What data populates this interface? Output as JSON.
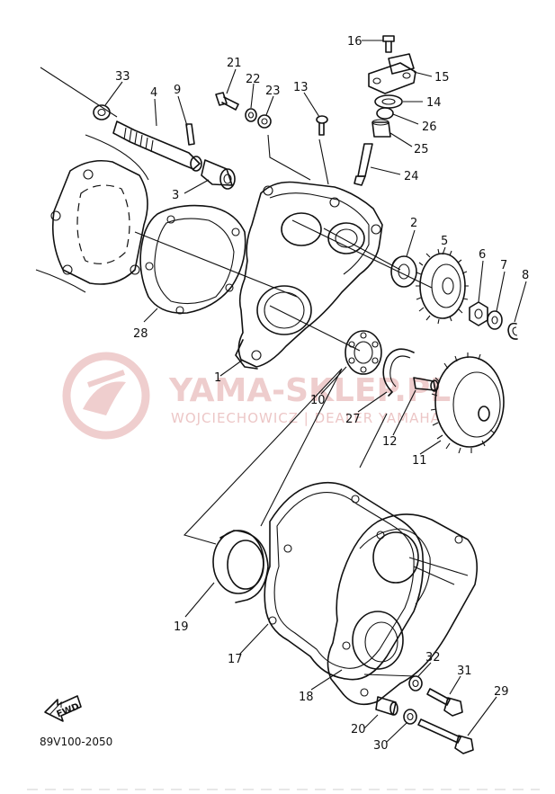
{
  "watermark": {
    "brand": "YAMA-SKLEP.PL",
    "subtitle": "WOJCIECHOWICZ | DEALER YAMAHA",
    "color": "#e8b9b9"
  },
  "diagram_code": "89V100-2050",
  "fwd_label": "FWD",
  "parts": {
    "p1": "1",
    "p2": "2",
    "p3": "3",
    "p4": "4",
    "p5": "5",
    "p6": "6",
    "p7": "7",
    "p8": "8",
    "p9": "9",
    "p10": "10",
    "p11": "11",
    "p12": "12",
    "p13": "13",
    "p14": "14",
    "p15": "15",
    "p16": "16",
    "p17": "17",
    "p18": "18",
    "p19": "19",
    "p20": "20",
    "p21": "21",
    "p22": "22",
    "p23": "23",
    "p24": "24",
    "p25": "25",
    "p26": "26",
    "p27": "27",
    "p28": "28",
    "p29": "29",
    "p30": "30",
    "p31": "31",
    "p32": "32",
    "p33": "33"
  }
}
